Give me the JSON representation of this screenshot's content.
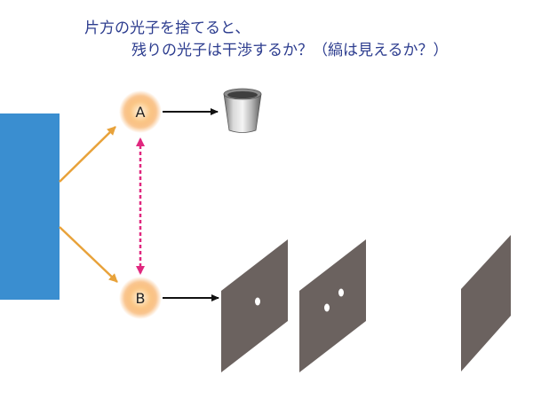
{
  "title": {
    "line1": "片方の光子を捨てると、",
    "line2": "残りの光子は干渉するか？（縞は見えるか？）"
  },
  "photons": {
    "a": "A",
    "b": "B"
  },
  "colors": {
    "title": "#2d3d8f",
    "source": "#3a8ed0",
    "beam_arrow": "#e8a23a",
    "link_arrow": "#e0287f",
    "screen": "#6b625f",
    "photon_glow": "#f59a3c"
  },
  "icons": {
    "trash": "trash-can-icon",
    "screen_single_slit": "single-slit-screen",
    "screen_double_slit": "double-slit-screen",
    "screen_detector": "detector-screen"
  }
}
